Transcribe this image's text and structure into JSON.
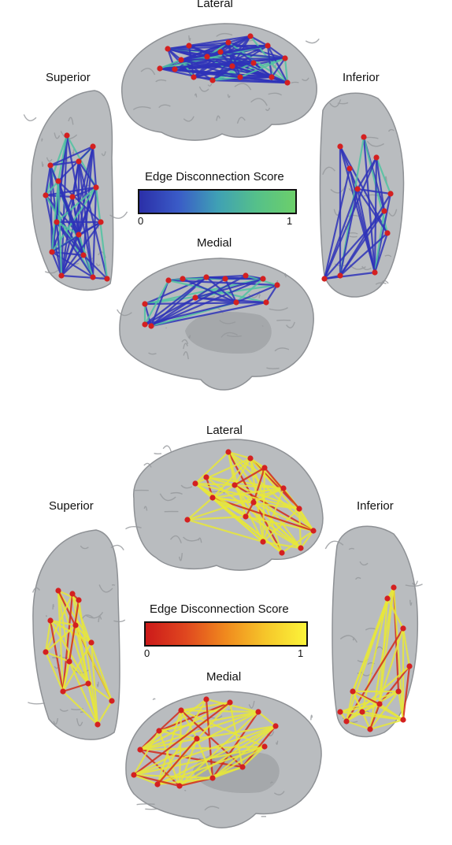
{
  "panels": [
    {
      "id": "top",
      "labels": {
        "lateral": "Lateral",
        "superior": "Superior",
        "inferior": "Inferior",
        "medial": "Medial"
      },
      "colorbar": {
        "title": "Edge Disconnection Score",
        "min_label": "0",
        "max_label": "1",
        "colors": [
          "#2b2fa8",
          "#3a5bc7",
          "#3fa0b5",
          "#55c08a",
          "#6ccf6a"
        ]
      },
      "edge_color": "#2e32b8",
      "edge_highlight": "#4fc3a1",
      "node_color": "#d42020"
    },
    {
      "id": "bottom",
      "labels": {
        "lateral": "Lateral",
        "superior": "Superior",
        "inferior": "Inferior",
        "medial": "Medial"
      },
      "colorbar": {
        "title": "Edge Disconnection Score",
        "min_label": "0",
        "max_label": "1",
        "colors": [
          "#cc1a1a",
          "#e0471f",
          "#f08a1e",
          "#f6c72a",
          "#fbf43a"
        ]
      },
      "edge_color": "#e8e838",
      "edge_highlight": "#d42a1a",
      "node_color": "#d42020"
    }
  ]
}
